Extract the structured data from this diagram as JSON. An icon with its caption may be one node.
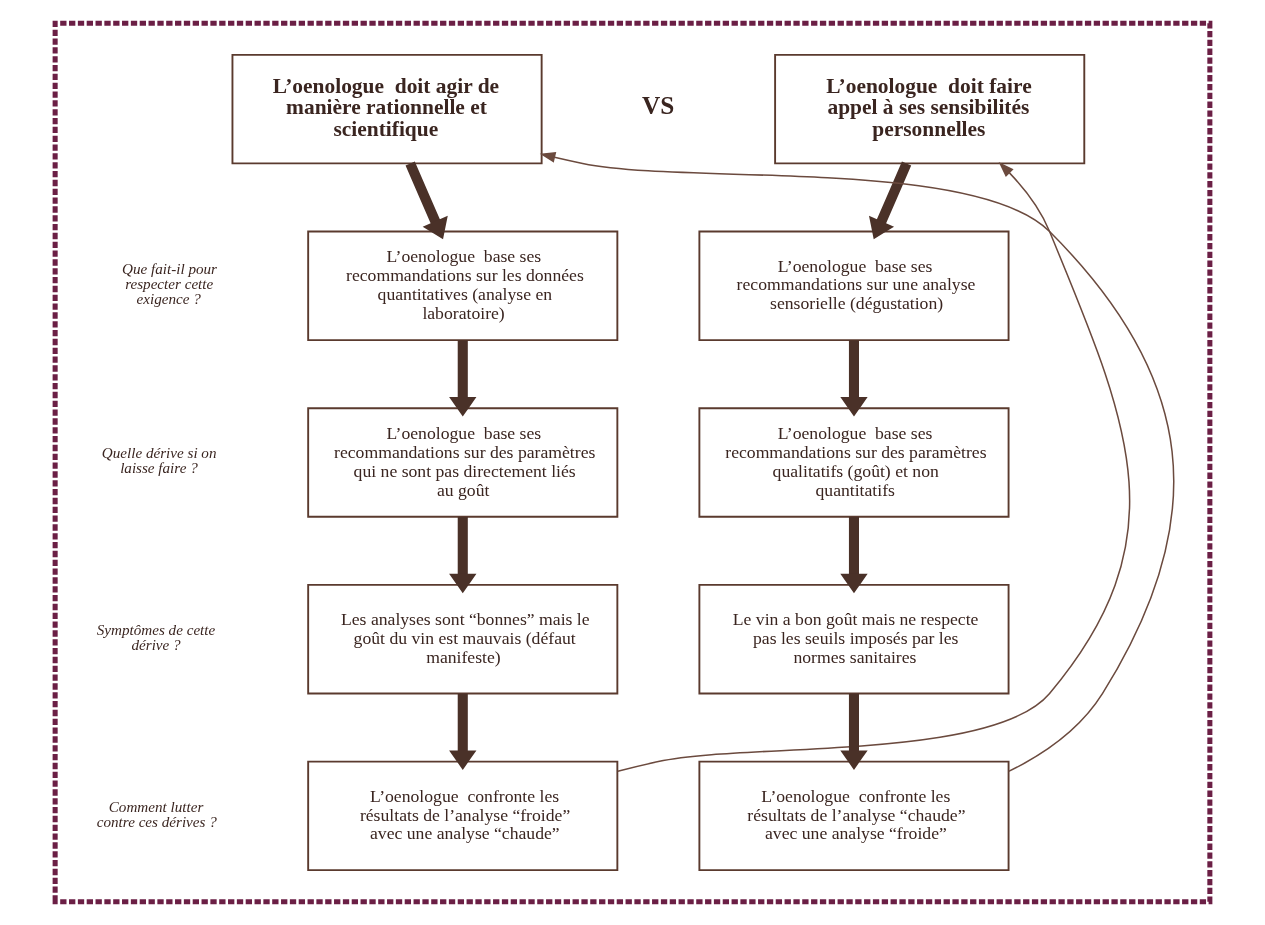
{
  "diagram": {
    "nodes": [
      {
        "text": [],
        "shape": "box"
      },
      {
        "text": [
          "L’oenologue  doit agir de manière rationnelle et scientifique"
        ],
        "in": 0
      },
      {
        "text": [
          "L’oenologue  base ses recommandations sur les données quantitatives (analyse en laboratoire)"
        ],
        "in": 0
      },
      {
        "text": [
          "L’oenologue  base ses recommandations sur des paramètres qui ne sont pas directement liés au goût"
        ],
        "in": 0
      },
      {
        "text": [
          "Les analyses sont “bonnes” mais le goût du vin est mauvais (défaut manifeste)"
        ],
        "in": 0
      },
      {
        "text": [
          "L’oenologue  confronte les résultats de l’analyse “froide” avec une analyse “chaude”"
        ],
        "in": 0
      },
      {
        "text": [
          "L’oenologue  doit faire appel à ses sensibilités personnelles"
        ],
        "in": 0
      },
      {
        "text": [
          "L’oenologue  base ses recommandations sur une analyse sensorielle (dégustation)"
        ],
        "in": 0
      },
      {
        "text": [
          "L’oenologue  base ses recommandations sur des paramètres qualitatifs (goût) et non quantitatifs"
        ],
        "in": 0
      },
      {
        "text": [
          "Le vin a bon goût mais ne respecte pas les seuils imposés par les normes sanitaires"
        ],
        "in": 0
      },
      {
        "text": [
          "L’oenologue  confronte les résultats de l’analyse “chaude” avec une analyse “froide”"
        ],
        "in": 0
      }
    ],
    "edges": [
      {
        "from": 1,
        "to": 2,
        "arrow": "to"
      },
      {
        "from": 2,
        "to": 3,
        "arrow": "to"
      },
      {
        "from": 3,
        "to": 4,
        "arrow": "to"
      },
      {
        "from": 4,
        "to": 5,
        "arrow": "to"
      },
      {
        "from": 6,
        "to": 7,
        "arrow": "to"
      },
      {
        "from": 7,
        "to": 8,
        "arrow": "to"
      },
      {
        "from": 8,
        "to": 9,
        "arrow": "to"
      },
      {
        "from": 9,
        "to": 10,
        "arrow": "to"
      },
      {
        "from": 5,
        "to": 6,
        "arrow": "to"
      },
      {
        "from": 10,
        "to": 1,
        "arrow": "to"
      }
    ],
    "labels": [
      "VS",
      "Que fait-il pour respecter cette exigence ?",
      "Quelle dérive si on laisse faire ?",
      "Symptômes de cette dérive ?",
      "Comment lutter contre ces dérives ?"
    ]
  }
}
